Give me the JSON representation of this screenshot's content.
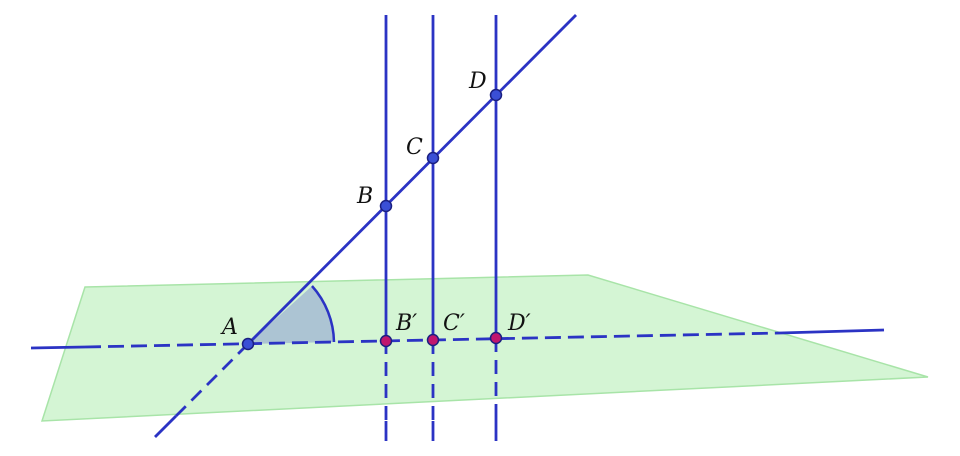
{
  "colors": {
    "plane_fill": "#d4f5d4",
    "plane_edge": "#a8e4a8",
    "line": "#2b33c4",
    "point_blue": "#3a4fd6",
    "point_magenta": "#c0166e",
    "point_outline": "#1a1f80",
    "angle_fill": "#a7bfd3",
    "label": "#111111"
  },
  "points": {
    "A": "A",
    "B": "B",
    "C": "C",
    "D": "D",
    "Bp": "B′",
    "Cp": "C′",
    "Dp": "D′"
  }
}
